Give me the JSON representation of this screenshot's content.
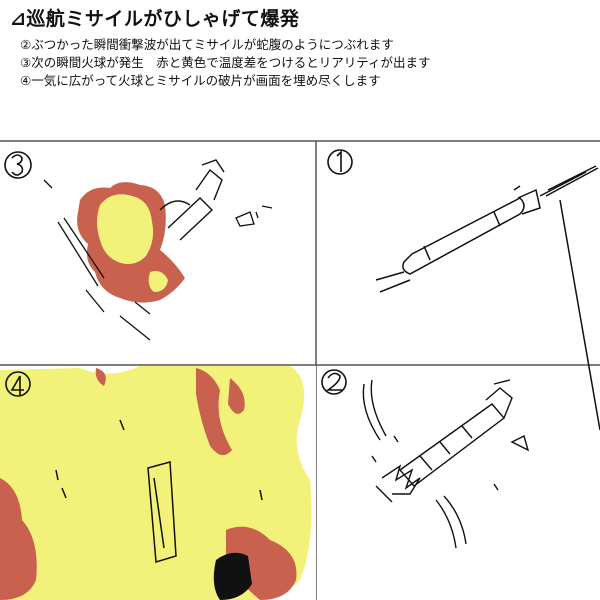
{
  "header": {
    "title": "⊿巡航ミサイルがひしゃげて爆発"
  },
  "notes": [
    "②ぶつかった瞬間衝撃波が出てミサイルが蛇腹のようにつぶれます",
    "③次の瞬間火球が発生　赤と黄色で温度差をつけるとリアリティが出ます",
    "④一気に広がって火球とミサイルの破片が画面を埋め尽くします"
  ],
  "panels": [
    {
      "number": "①",
      "content": "missile-approaching"
    },
    {
      "number": "②",
      "content": "missile-crumpling"
    },
    {
      "number": "③",
      "content": "fireball-forming"
    },
    {
      "number": "④",
      "content": "fireball-filling-screen"
    }
  ],
  "colors": {
    "fire_yellow": "#f2f27a",
    "fire_red": "#c8624e",
    "ink": "#111111",
    "frame": "#555555"
  }
}
